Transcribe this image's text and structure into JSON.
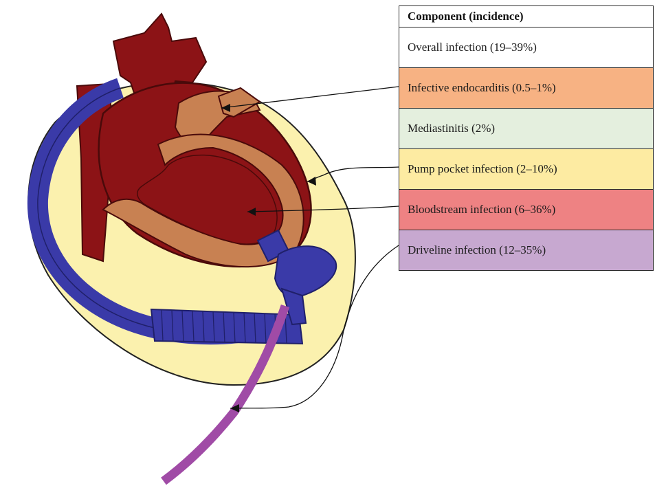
{
  "table": {
    "header": "Component (incidence)",
    "rows": [
      {
        "label": "Overall infection (19–39%)",
        "color": "#ffffff"
      },
      {
        "label": "Infective endocarditis (0.5–1%)",
        "color": "#f7b283"
      },
      {
        "label": "Mediastinitis (2%)",
        "color": "#e4efde"
      },
      {
        "label": "Pump pocket infection (2–10%)",
        "color": "#fdeba2"
      },
      {
        "label": "Bloodstream infection (6–36%)",
        "color": "#ee8283"
      },
      {
        "label": "Driveline infection (12–35%)",
        "color": "#c7a8d0"
      }
    ]
  },
  "colors": {
    "heart": "#8c1316",
    "heart_outline": "#4a0a0a",
    "valve_tissue": "#c88152",
    "pump_pocket": "#fbf1ae",
    "outflow_graft": "#3a3aa8",
    "driveline": "#a04ba6"
  }
}
